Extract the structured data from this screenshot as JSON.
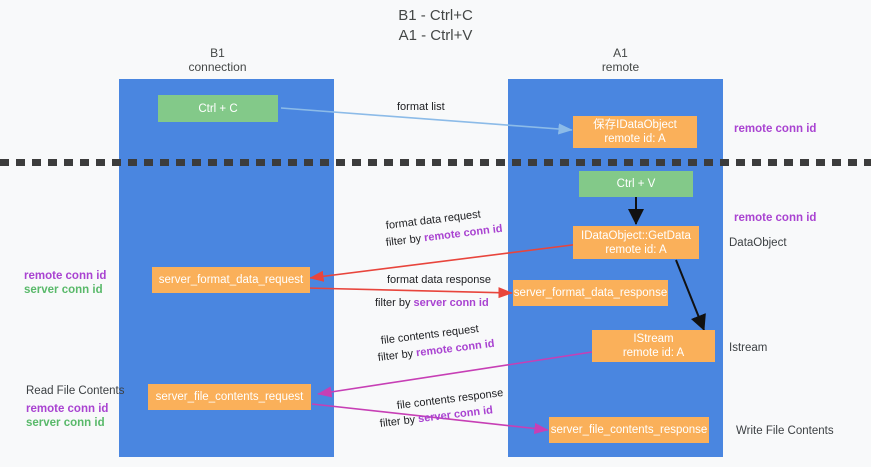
{
  "title": {
    "line1": "B1 - Ctrl+C",
    "line2": "A1 - Ctrl+V"
  },
  "columns": [
    {
      "name": "B1",
      "role": "connection"
    },
    {
      "name": "A1",
      "role": "remote"
    }
  ],
  "colors": {
    "lane": "#4a86e0",
    "green_box": "#83c989",
    "orange_box": "#fab05a",
    "purple_text": "#a943d1",
    "green_text": "#59b96a",
    "blue_arrow": "#8cbbe8",
    "red_arrow": "#e8453c",
    "magenta_arrow": "#c73fb5",
    "black_arrow": "#000000",
    "background": "#f8f9fa",
    "divider": "#3c3c3c"
  },
  "nodes": {
    "ctrl_c": {
      "label": "Ctrl + C"
    },
    "save_dataobject": {
      "line1": "保存IDataObject",
      "line2": "remote id: A"
    },
    "ctrl_v": {
      "label": "Ctrl + V"
    },
    "getdata": {
      "line1": "IDataObject::GetData",
      "line2": "remote id: A"
    },
    "server_format_data_request": {
      "label": "server_format_data_request"
    },
    "server_format_data_response": {
      "label": "server_format_data_response"
    },
    "istream": {
      "line1": "IStream",
      "line2": "remote id: A"
    },
    "server_file_contents_request": {
      "label": "server_file_contents_request"
    },
    "server_file_contents_response": {
      "label": "server_file_contents_response"
    }
  },
  "edges": {
    "format_list": {
      "label": "format list"
    },
    "format_data_request": {
      "line1": "format data request",
      "line2_prefix": "filter by ",
      "line2_highlight": "remote conn id"
    },
    "format_data_response": {
      "line1": "format data response",
      "line2_prefix": "filter by ",
      "line2_highlight": "server conn id"
    },
    "file_contents_request": {
      "line1": "file contents request",
      "line2_prefix": "filter by ",
      "line2_highlight": "remote conn id"
    },
    "file_contents_response": {
      "line1": "file contents response",
      "line2_prefix": "filter by ",
      "line2_highlight": "server conn id"
    }
  },
  "annotations": {
    "right_top_remote_conn_id": "remote conn id",
    "right_mid_remote_conn_id": "remote conn id",
    "right_dataobject": "DataObject",
    "right_istream": "Istream",
    "right_write_file_contents": "Write File Contents",
    "left_remote_conn_id_1": "remote conn id",
    "left_server_conn_id_1": "server conn id",
    "left_read_file_contents": "Read File Contents",
    "left_remote_conn_id_2": "remote conn id",
    "left_server_conn_id_2": "server conn id"
  }
}
